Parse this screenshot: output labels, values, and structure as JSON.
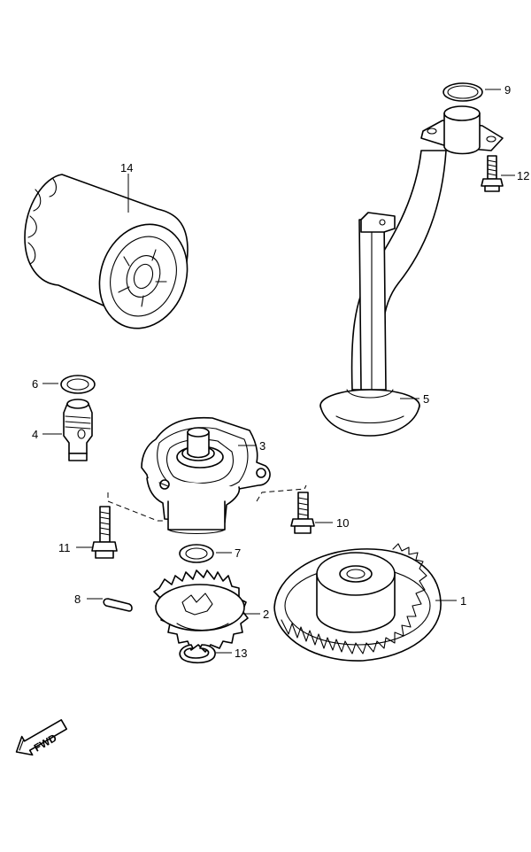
{
  "callouts": {
    "c1": "1",
    "c2": "2",
    "c3": "3",
    "c4": "4",
    "c5": "5",
    "c6": "6",
    "c7": "7",
    "c8": "8",
    "c9": "9",
    "c10": "10",
    "c11": "11",
    "c12": "12",
    "c13": "13",
    "c14": "14"
  },
  "fwd_label": "FWD"
}
